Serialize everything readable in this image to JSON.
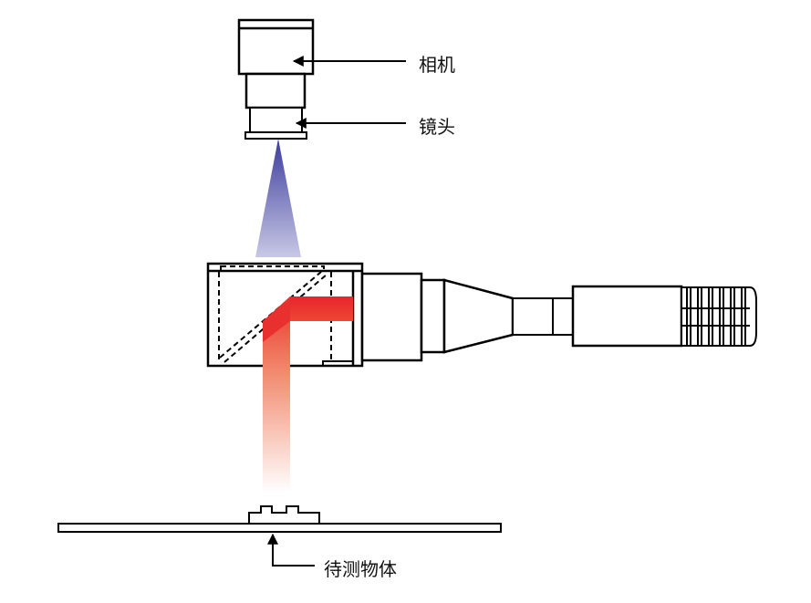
{
  "labels": {
    "camera": "相机",
    "lens": "镜头",
    "object": "待测物体"
  },
  "colors": {
    "line": "#000000",
    "beam_blue": "#3c3c9c",
    "beam_red": "#e8252b",
    "beam_light": "#f7a787"
  }
}
